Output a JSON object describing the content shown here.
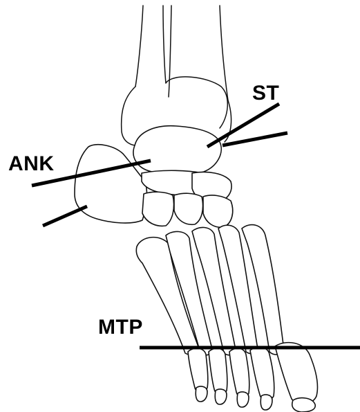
{
  "labels": {
    "subtalar": "ST",
    "ankle": "ANK",
    "metatarsophalangeal": "MTP"
  },
  "colors": {
    "ink": "#000000",
    "background": "#ffffff"
  }
}
